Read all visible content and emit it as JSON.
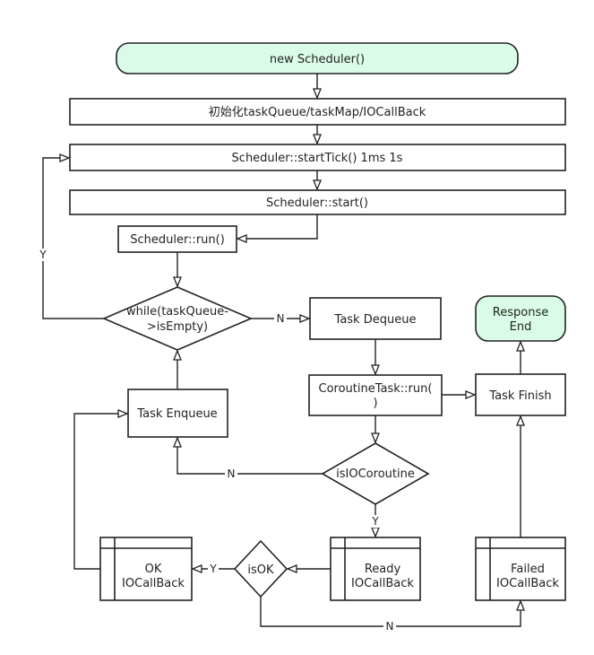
{
  "colors": {
    "terminal_fill": "#d9fbe8",
    "stroke": "#222222",
    "fill": "#ffffff"
  },
  "nodes": {
    "new_scheduler": "new Scheduler()",
    "init": "初始化taskQueue/taskMap/IOCallBack",
    "start_tick": "Scheduler::startTick() 1ms 1s",
    "start": "Scheduler::start()",
    "run": "Scheduler::run()",
    "while_line1": "while(taskQueue-",
    "while_line2": ">isEmpty)",
    "task_dequeue": "Task Dequeue",
    "response_end_line1": "Response",
    "response_end_line2": "End",
    "coroutine_line1": "CoroutineTask::run(",
    "coroutine_line2": ")",
    "task_finish": "Task Finish",
    "task_enqueue": "Task Enqueue",
    "is_io_coroutine": "isIOCoroutine",
    "ok_line1": "OK",
    "ok_line2": "IOCallBack",
    "is_ok": "isOK",
    "ready_line1": "Ready",
    "ready_line2": "IOCallBack",
    "failed_line1": "Failed",
    "failed_line2": "IOCallBack"
  },
  "edge_labels": {
    "loop_yes": "Y",
    "while_no": "N",
    "io_no": "N",
    "io_yes": "Y",
    "isok_yes": "Y",
    "isok_no": "N"
  }
}
